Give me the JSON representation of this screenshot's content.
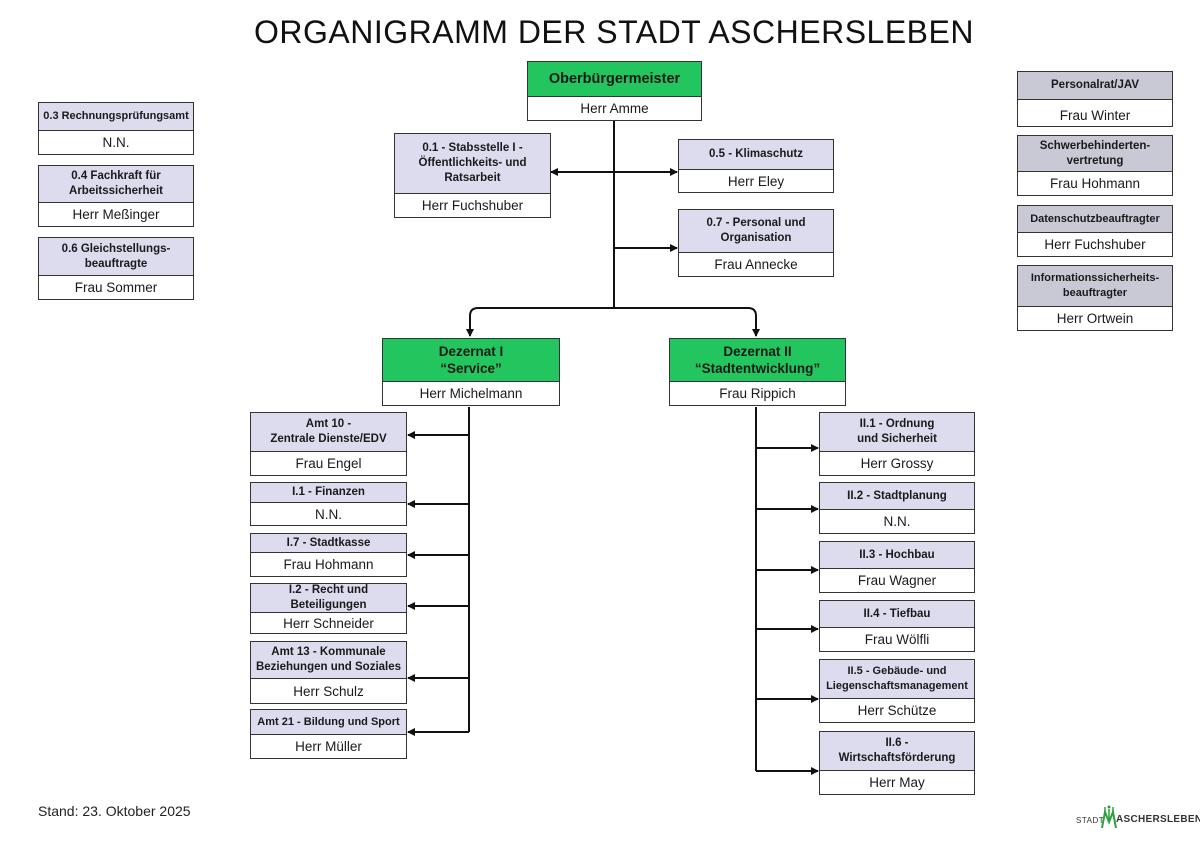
{
  "title": "ORGANIGRAMM DER STADT ASCHERSLEBEN",
  "stand": "Stand: 23. Oktober 2025",
  "logo": {
    "stadt": "STADT",
    "name": "ASCHERSLEBEN"
  },
  "colors": {
    "leader": "#22c55e",
    "unit_header": "#dcdcee",
    "council_header": "#c9c9d6"
  },
  "boxes": {
    "ob": {
      "title": "Oberbürgermeister",
      "person": "Herr Amme"
    },
    "b01": {
      "title": "0.1 - Stabsstelle I -\nÖffentlichkeits- und\nRatsarbeit",
      "person": "Herr Fuchshuber"
    },
    "b05": {
      "title": "0.5 - Klimaschutz",
      "person": "Herr Eley"
    },
    "b07": {
      "title": "0.7 - Personal und\nOrganisation",
      "person": "Frau Annecke"
    },
    "b03": {
      "title": "0.3 Rechnungsprüfungsamt",
      "person": "N.N."
    },
    "b04": {
      "title": "0.4 Fachkraft für\nArbeitssicherheit",
      "person": "Herr Meßinger"
    },
    "b06": {
      "title": "0.6 Gleichstellungs-\nbeauftragte",
      "person": "Frau Sommer"
    },
    "pr": {
      "title": "Personalrat/JAV",
      "person": "Frau Winter"
    },
    "sbv": {
      "title": "Schwerbehinderten-\nvertretung",
      "person": "Frau Hohmann"
    },
    "ds": {
      "title": "Datenschutzbeauftragter",
      "person": "Herr Fuchshuber"
    },
    "is": {
      "title": "Informationssicherheits-\nbeauftragter",
      "person": "Herr Ortwein"
    },
    "dez1": {
      "title": "Dezernat I\n“Service”",
      "person": "Herr Michelmann"
    },
    "dez2": {
      "title": "Dezernat II\n“Stadtentwicklung”",
      "person": "Frau Rippich"
    },
    "a10": {
      "title": "Amt 10 -\nZentrale Dienste/EDV",
      "person": "Frau Engel"
    },
    "i1": {
      "title": "I.1 - Finanzen",
      "person": "N.N."
    },
    "i7": {
      "title": "I.7 - Stadtkasse",
      "person": "Frau Hohmann"
    },
    "i2": {
      "title": "I.2 - Recht und\nBeteiligungen",
      "person": "Herr Schneider"
    },
    "a13": {
      "title": "Amt 13 - Kommunale\nBeziehungen und Soziales",
      "person": "Herr Schulz"
    },
    "a21": {
      "title": "Amt 21 - Bildung und Sport",
      "person": "Herr Müller"
    },
    "ii1": {
      "title": "II.1 - Ordnung\nund Sicherheit",
      "person": "Herr Grossy"
    },
    "ii2": {
      "title": "II.2 - Stadtplanung",
      "person": "N.N."
    },
    "ii3": {
      "title": "II.3 - Hochbau",
      "person": "Frau Wagner"
    },
    "ii4": {
      "title": "II.4 - Tiefbau",
      "person": "Frau Wölfli"
    },
    "ii5": {
      "title": "II.5 - Gebäude- und\nLiegenschaftsmanagement",
      "person": "Herr Schütze"
    },
    "ii6": {
      "title": "II.6 -\nWirtschaftsförderung",
      "person": "Herr May"
    }
  }
}
